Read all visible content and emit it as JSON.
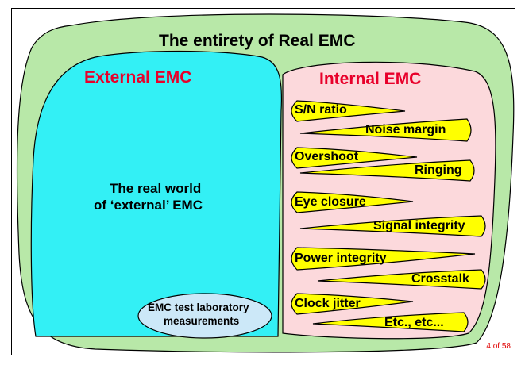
{
  "title": "The entirety of Real EMC",
  "external": {
    "heading": "External EMC",
    "body_line1": "The real world",
    "body_line2": "of ‘external’ EMC",
    "lab_line1": "EMC test laboratory",
    "lab_line2": "measurements"
  },
  "internal": {
    "heading": "Internal EMC",
    "pairs": [
      {
        "a": "S/N ratio",
        "b": "Noise margin"
      },
      {
        "a": "Overshoot",
        "b": "Ringing"
      },
      {
        "a": "Eye closure",
        "b": "Signal integrity"
      },
      {
        "a": "Power integrity",
        "b": "Crosstalk"
      },
      {
        "a": "Clock jitter",
        "b": "Etc., etc..."
      }
    ]
  },
  "colors": {
    "outer": "#b8e8a8",
    "external": "#33f0f5",
    "internal": "#fcd9dc",
    "lab": "#cce8f8",
    "bubble": "#ffff00",
    "heading_red": "#e8002a"
  },
  "page": "4 of 58"
}
